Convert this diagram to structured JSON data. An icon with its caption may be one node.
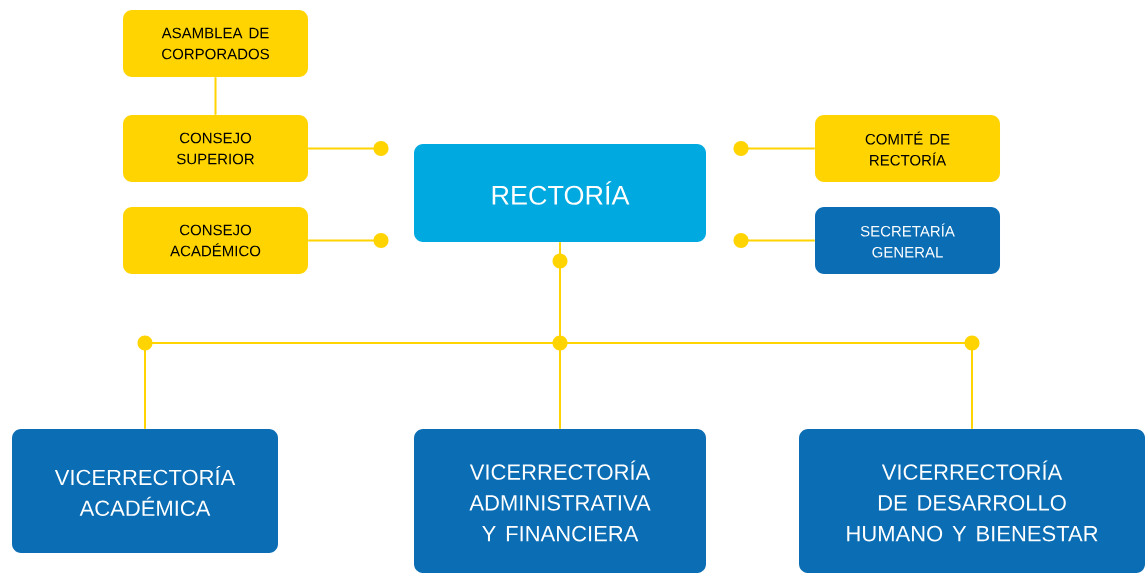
{
  "diagram": {
    "nodes": [
      {
        "text": [
          "ASAMBLEA DE CORPORADOS"
        ]
      },
      {
        "text": [
          "CONSEJO SUPERIOR"
        ]
      },
      {
        "text": [
          "CONSEJO ACADÉMICO"
        ]
      },
      {
        "text": [
          "RECTORÍA"
        ]
      },
      {
        "text": [
          "COMITÉ DE RECTORÍA"
        ]
      },
      {
        "text": [
          "SECRETARÍA GENERAL"
        ]
      },
      {
        "text": [],
        "shape": "bar"
      },
      {
        "text": [
          "VICERRECTORÍA ACADÉMICA"
        ]
      },
      {
        "text": [
          "VICERRECTORÍA ADMINISTRATIVA Y FINANCIERA"
        ]
      },
      {
        "text": [
          "VICERRECTORÍA DE DESARROLLO HUMANO Y BIENESTAR"
        ]
      }
    ],
    "edges": [
      {
        "from": 0,
        "to": 1,
        "arrow": "none"
      },
      {
        "from": null,
        "to": 1,
        "arrow": "other"
      },
      {
        "from": null,
        "to": 2,
        "arrow": "other"
      },
      {
        "from": null,
        "to": 4,
        "arrow": "other"
      },
      {
        "from": null,
        "to": 5,
        "arrow": "other"
      },
      {
        "from": 3,
        "to": 6,
        "arrow": "none"
      },
      {
        "from": 6,
        "to": 7,
        "arrow": "other"
      },
      {
        "from": 6,
        "to": 8,
        "arrow": "other"
      },
      {
        "from": 6,
        "to": 9,
        "arrow": "other"
      }
    ]
  }
}
